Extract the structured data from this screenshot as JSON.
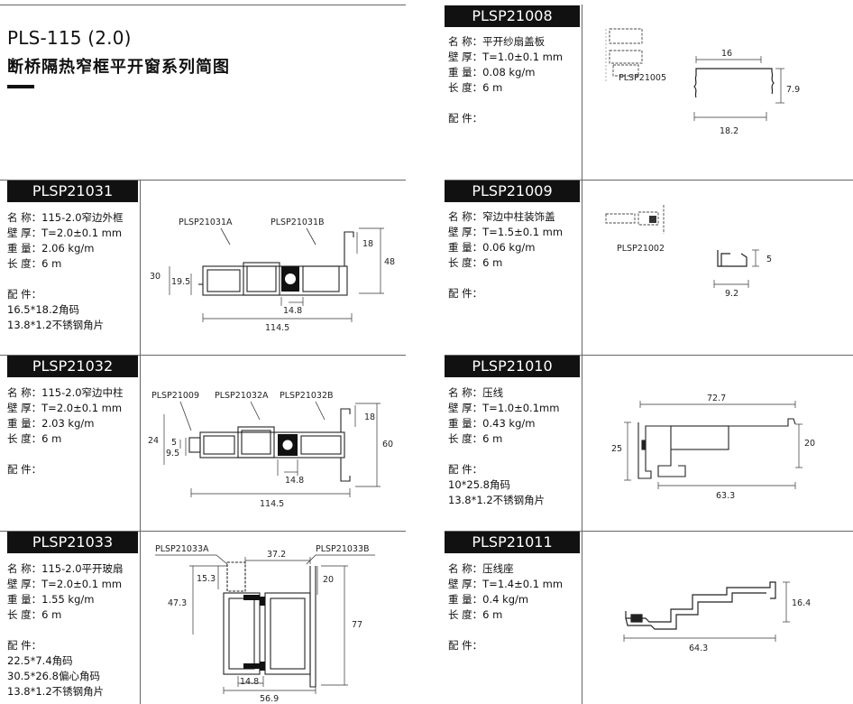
{
  "page": {
    "title_line1": "PLS-115 (2.0)",
    "title_line2": "断桥隔热窄框平开窗系列简图"
  },
  "labels": {
    "name": "名 称：",
    "wall": "壁 厚：",
    "weight": "重 量：",
    "length": "长 度：",
    "accessories": "配 件："
  },
  "products": [
    {
      "code": "PLSP21031",
      "name": "115-2.0窄边外框",
      "wall": "T=2.0±0.1 mm",
      "weight": "2.06 kg/m",
      "length": "6 m",
      "accessories": [
        "16.5*18.2角码",
        "13.8*1.2不锈钢角片"
      ],
      "drawing": {
        "part_labels": [
          "PLSP21031A",
          "PLSP21031B"
        ],
        "dims": [
          "18",
          "48",
          "30",
          "19.5",
          "14.8",
          "114.5"
        ]
      }
    },
    {
      "code": "PLSP21032",
      "name": "115-2.0窄边中柱",
      "wall": "T=2.0±0.1 mm",
      "weight": "2.03 kg/m",
      "length": "6 m",
      "accessories": [],
      "drawing": {
        "part_labels": [
          "PLSP21009",
          "PLSP21032A",
          "PLSP21032B"
        ],
        "dims": [
          "18",
          "60",
          "24",
          "5",
          "9.5",
          "14.8",
          "114.5"
        ]
      }
    },
    {
      "code": "PLSP21033",
      "name": "115-2.0平开玻扇",
      "wall": "T=2.0±0.1 mm",
      "weight": "1.55 kg/m",
      "length": "6 m",
      "accessories": [
        "22.5*7.4角码",
        "30.5*26.8偏心角码",
        "13.8*1.2不锈钢角片"
      ],
      "drawing": {
        "part_labels": [
          "PLSP21033A",
          "PLSP21033B"
        ],
        "dims": [
          "37.2",
          "15.3",
          "20",
          "47.3",
          "77",
          "14.8",
          "56.9"
        ]
      }
    },
    {
      "code": "PLSP21008",
      "name": "平开纱扇盖板",
      "wall": "T=1.0±0.1 mm",
      "weight": "0.08 kg/m",
      "length": "6 m",
      "accessories": [],
      "drawing": {
        "part_labels": [
          "PLSP21005"
        ],
        "dims": [
          "16",
          "7.9",
          "18.2"
        ]
      }
    },
    {
      "code": "PLSP21009",
      "name": "窄边中柱装饰盖",
      "wall": "T=1.5±0.1 mm",
      "weight": "0.06 kg/m",
      "length": "6 m",
      "accessories": [],
      "drawing": {
        "part_labels": [
          "PLSP21002"
        ],
        "dims": [
          "5",
          "9.2"
        ]
      }
    },
    {
      "code": "PLSP21010",
      "name": "压线",
      "wall": "T=1.0±0.1mm",
      "weight": "0.43 kg/m",
      "length": "6 m",
      "accessories": [
        "10*25.8角码",
        "13.8*1.2不锈钢角片"
      ],
      "drawing": {
        "part_labels": [],
        "dims": [
          "72.7",
          "25",
          "20",
          "63.3"
        ]
      }
    },
    {
      "code": "PLSP21011",
      "name": "压线座",
      "wall": "T=1.4±0.1 mm",
      "weight": "0.4 kg/m",
      "length": "6 m",
      "accessories": [],
      "drawing": {
        "part_labels": [],
        "dims": [
          "16.4",
          "64.3"
        ]
      }
    }
  ]
}
